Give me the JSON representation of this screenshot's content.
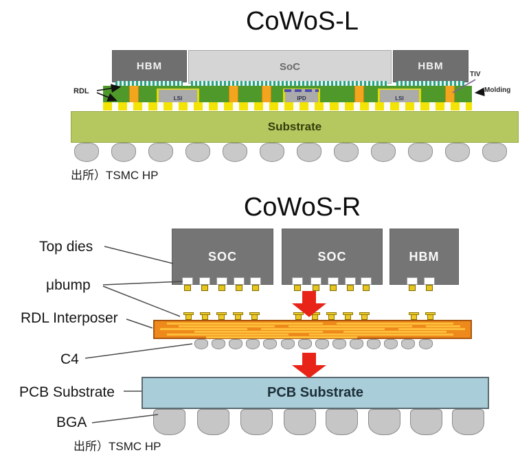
{
  "cowos_l": {
    "title": "CoWoS-L",
    "hbm_left_label": "HBM",
    "soc_label": "SoC",
    "hbm_right_label": "HBM",
    "lsi_left_label": "LSI",
    "ipd_label": "IPD",
    "lsi_right_label": "LSI",
    "substrate_label": "Substrate",
    "rdl_label": "RDL",
    "tiv_label": "TIV",
    "molding_label": "Molding",
    "source": "出所）TSMC HP"
  },
  "cowos_r": {
    "title": "CoWoS-R",
    "die1_label": "SOC",
    "die2_label": "SOC",
    "die3_label": "HBM",
    "pcb_label": "PCB Substrate",
    "labels": {
      "top_dies": "Top dies",
      "ubump": "μbump",
      "rdl_interposer": "RDL Interposer",
      "c4": "C4",
      "pcb_substrate": "PCB Substrate",
      "bga": "BGA"
    },
    "source": "出所）TSMC HP"
  },
  "colors": {
    "die_dark": "#6f6f6f",
    "soc_light": "#d5d5d5",
    "molding_green": "#4f992b",
    "tiv_orange": "#f2a51d",
    "bump_yellow": "#f3e405",
    "substrate_olive": "#b5c860",
    "ball_gray": "#c9c9c9",
    "interposer_orange": "#ee8a1b",
    "pcb_blue": "#a9cdd9",
    "arrow_red": "#e82318"
  }
}
